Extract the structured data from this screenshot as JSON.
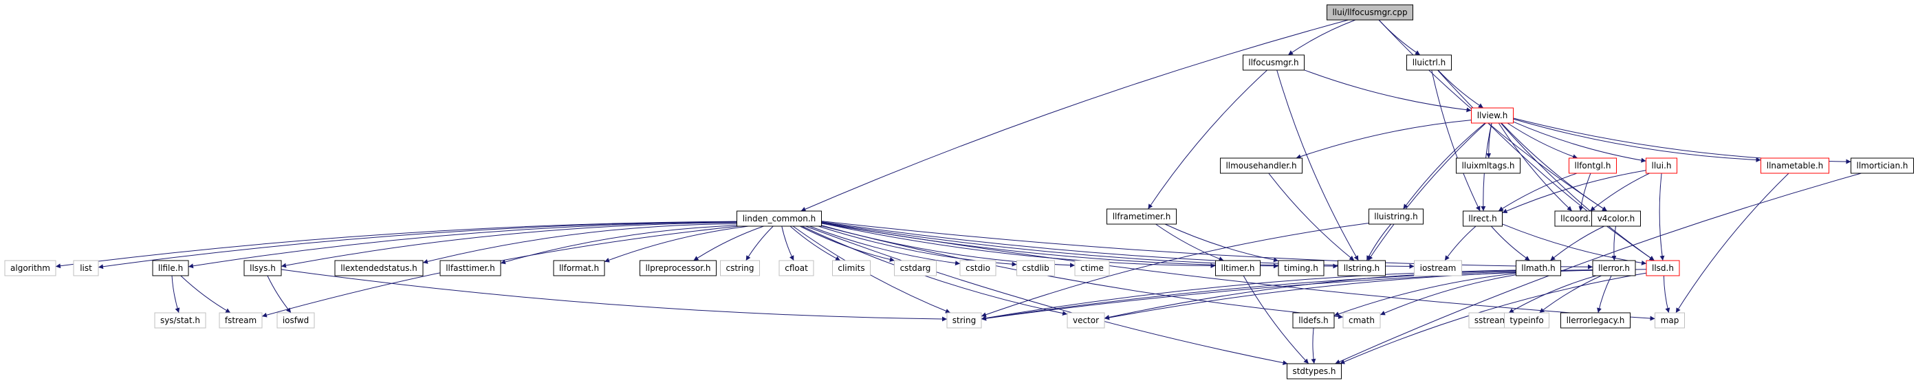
{
  "colors": {
    "normal_border": "#000000",
    "truncated_border": "#ff0000",
    "external_border": "#bfbfbf",
    "focus_fill": "#bfbfbf",
    "edge": "#191970"
  },
  "nodes": [
    {
      "id": "n0",
      "label": "llui/llfocusmgr.cpp",
      "kind": "focus"
    },
    {
      "id": "n1",
      "label": "llfocusmgr.h",
      "kind": "normal"
    },
    {
      "id": "n2",
      "label": "lluictrl.h",
      "kind": "normal"
    },
    {
      "id": "n3",
      "label": "llview.h",
      "kind": "truncated"
    },
    {
      "id": "n4",
      "label": "llmousehandler.h",
      "kind": "normal"
    },
    {
      "id": "n5",
      "label": "lluixmltags.h",
      "kind": "normal"
    },
    {
      "id": "n6",
      "label": "llfontgl.h",
      "kind": "truncated"
    },
    {
      "id": "n7",
      "label": "llui.h",
      "kind": "truncated"
    },
    {
      "id": "n8",
      "label": "llnametable.h",
      "kind": "truncated"
    },
    {
      "id": "n9",
      "label": "llmortician.h",
      "kind": "normal"
    },
    {
      "id": "n10",
      "label": "llframetimer.h",
      "kind": "normal"
    },
    {
      "id": "n11",
      "label": "lluistring.h",
      "kind": "normal"
    },
    {
      "id": "n12",
      "label": "llrect.h",
      "kind": "normal"
    },
    {
      "id": "n13",
      "label": "llcoord.h",
      "kind": "normal"
    },
    {
      "id": "n14",
      "label": "v4color.h",
      "kind": "normal"
    },
    {
      "id": "n15",
      "label": "linden_common.h",
      "kind": "normal"
    },
    {
      "id": "n16",
      "label": "algorithm",
      "kind": "external"
    },
    {
      "id": "n17",
      "label": "list",
      "kind": "external"
    },
    {
      "id": "n18",
      "label": "llfile.h",
      "kind": "normal"
    },
    {
      "id": "n19",
      "label": "llsys.h",
      "kind": "normal"
    },
    {
      "id": "n20",
      "label": "llextendedstatus.h",
      "kind": "normal"
    },
    {
      "id": "n21",
      "label": "llfasttimer.h",
      "kind": "normal"
    },
    {
      "id": "n22",
      "label": "llformat.h",
      "kind": "normal"
    },
    {
      "id": "n23",
      "label": "llpreprocessor.h",
      "kind": "normal"
    },
    {
      "id": "n24",
      "label": "cstring",
      "kind": "external"
    },
    {
      "id": "n25",
      "label": "cfloat",
      "kind": "external"
    },
    {
      "id": "n26",
      "label": "climits",
      "kind": "external"
    },
    {
      "id": "n27",
      "label": "cstdarg",
      "kind": "external"
    },
    {
      "id": "n28",
      "label": "cstdio",
      "kind": "external"
    },
    {
      "id": "n29",
      "label": "cstdlib",
      "kind": "external"
    },
    {
      "id": "n30",
      "label": "ctime",
      "kind": "external"
    },
    {
      "id": "n31",
      "label": "lltimer.h",
      "kind": "normal"
    },
    {
      "id": "n32",
      "label": "timing.h",
      "kind": "normal"
    },
    {
      "id": "n33",
      "label": "llstring.h",
      "kind": "normal"
    },
    {
      "id": "n34",
      "label": "iostream",
      "kind": "external"
    },
    {
      "id": "n35",
      "label": "llmath.h",
      "kind": "normal"
    },
    {
      "id": "n36",
      "label": "llerror.h",
      "kind": "normal"
    },
    {
      "id": "n37",
      "label": "llsd.h",
      "kind": "truncated"
    },
    {
      "id": "n38",
      "label": "sys/stat.h",
      "kind": "external"
    },
    {
      "id": "n39",
      "label": "fstream",
      "kind": "external"
    },
    {
      "id": "n40",
      "label": "iosfwd",
      "kind": "external"
    },
    {
      "id": "n41",
      "label": "string",
      "kind": "external"
    },
    {
      "id": "n42",
      "label": "vector",
      "kind": "external"
    },
    {
      "id": "n43",
      "label": "lldefs.h",
      "kind": "normal"
    },
    {
      "id": "n44",
      "label": "cmath",
      "kind": "external"
    },
    {
      "id": "n45",
      "label": "sstream",
      "kind": "external"
    },
    {
      "id": "n46",
      "label": "typeinfo",
      "kind": "external"
    },
    {
      "id": "n47",
      "label": "llerrorlegacy.h",
      "kind": "normal"
    },
    {
      "id": "n48",
      "label": "map",
      "kind": "external"
    },
    {
      "id": "n49",
      "label": "stdtypes.h",
      "kind": "normal"
    }
  ],
  "edges": [
    [
      "n0",
      "n1"
    ],
    [
      "n0",
      "n2"
    ],
    [
      "n0",
      "n15"
    ],
    [
      "n0",
      "n14"
    ],
    [
      "n1",
      "n3"
    ],
    [
      "n1",
      "n10"
    ],
    [
      "n1",
      "n33"
    ],
    [
      "n2",
      "n3"
    ],
    [
      "n2",
      "n12"
    ],
    [
      "n2",
      "n37"
    ],
    [
      "n3",
      "n4"
    ],
    [
      "n3",
      "n5"
    ],
    [
      "n3",
      "n6"
    ],
    [
      "n3",
      "n7"
    ],
    [
      "n3",
      "n8"
    ],
    [
      "n3",
      "n9"
    ],
    [
      "n3",
      "n11"
    ],
    [
      "n3",
      "n12"
    ],
    [
      "n3",
      "n13"
    ],
    [
      "n3",
      "n14"
    ],
    [
      "n3",
      "n33"
    ],
    [
      "n3",
      "n37"
    ],
    [
      "n4",
      "n33"
    ],
    [
      "n6",
      "n12"
    ],
    [
      "n6",
      "n13"
    ],
    [
      "n7",
      "n12"
    ],
    [
      "n7",
      "n13"
    ],
    [
      "n7",
      "n37"
    ],
    [
      "n8",
      "n48"
    ],
    [
      "n9",
      "n49"
    ],
    [
      "n10",
      "n31"
    ],
    [
      "n10",
      "n32"
    ],
    [
      "n11",
      "n33"
    ],
    [
      "n11",
      "n41"
    ],
    [
      "n12",
      "n34"
    ],
    [
      "n12",
      "n35"
    ],
    [
      "n12",
      "n37"
    ],
    [
      "n14",
      "n35"
    ],
    [
      "n14",
      "n36"
    ],
    [
      "n15",
      "n16"
    ],
    [
      "n15",
      "n17"
    ],
    [
      "n15",
      "n18"
    ],
    [
      "n15",
      "n19"
    ],
    [
      "n15",
      "n20"
    ],
    [
      "n15",
      "n21"
    ],
    [
      "n15",
      "n22"
    ],
    [
      "n15",
      "n23"
    ],
    [
      "n15",
      "n24"
    ],
    [
      "n15",
      "n25"
    ],
    [
      "n15",
      "n26"
    ],
    [
      "n15",
      "n27"
    ],
    [
      "n15",
      "n28"
    ],
    [
      "n15",
      "n29"
    ],
    [
      "n15",
      "n30"
    ],
    [
      "n15",
      "n31"
    ],
    [
      "n15",
      "n32"
    ],
    [
      "n15",
      "n33"
    ],
    [
      "n15",
      "n34"
    ],
    [
      "n15",
      "n36"
    ],
    [
      "n15",
      "n41"
    ],
    [
      "n15",
      "n42"
    ],
    [
      "n15",
      "n44"
    ],
    [
      "n15",
      "n48"
    ],
    [
      "n15",
      "n49"
    ],
    [
      "n15",
      "n39"
    ],
    [
      "n18",
      "n38"
    ],
    [
      "n18",
      "n39"
    ],
    [
      "n19",
      "n40"
    ],
    [
      "n19",
      "n41"
    ],
    [
      "n31",
      "n49"
    ],
    [
      "n35",
      "n43"
    ],
    [
      "n35",
      "n44"
    ],
    [
      "n35",
      "n41"
    ],
    [
      "n35",
      "n42"
    ],
    [
      "n36",
      "n41"
    ],
    [
      "n36",
      "n45"
    ],
    [
      "n36",
      "n46"
    ],
    [
      "n36",
      "n47"
    ],
    [
      "n36",
      "n42"
    ],
    [
      "n37",
      "n48"
    ],
    [
      "n37",
      "n49"
    ],
    [
      "n37",
      "n41"
    ],
    [
      "n43",
      "n49"
    ]
  ]
}
